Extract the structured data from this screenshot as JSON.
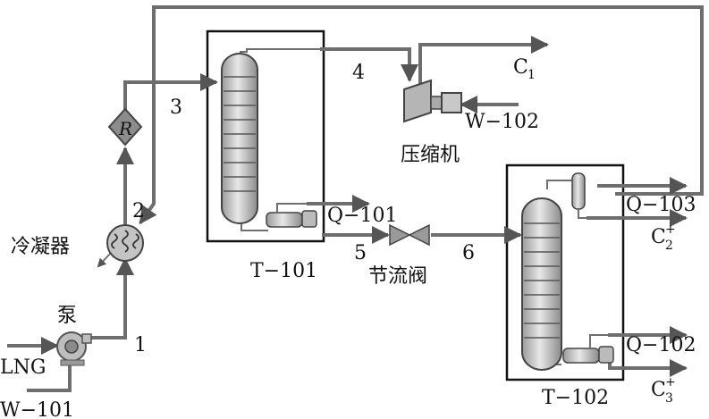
{
  "labels": {
    "stream_1": "1",
    "stream_2": "2",
    "stream_3": "3",
    "stream_4": "4",
    "stream_5": "5",
    "stream_6": "6",
    "lng": "LNG",
    "w101": "W−101",
    "w102": "W−102",
    "q101": "Q−101",
    "q102": "Q−102",
    "q103": "Q−103",
    "c1": "C",
    "c1_sub": "1",
    "c2": "C",
    "c2_sub": "2",
    "c2_sup": "+",
    "c3": "C",
    "c3_sub": "3",
    "c3_sup": "+",
    "t101": "T−101",
    "t102": "T−102",
    "pump": "泵",
    "condenser": "冷凝器",
    "compressor": "压缩机",
    "valve": "节流阀",
    "reactor_r": "R"
  },
  "colors": {
    "pipe": "#6e6e6e",
    "equipment_fill": "#c8c8c8",
    "box_stroke": "#111111"
  }
}
